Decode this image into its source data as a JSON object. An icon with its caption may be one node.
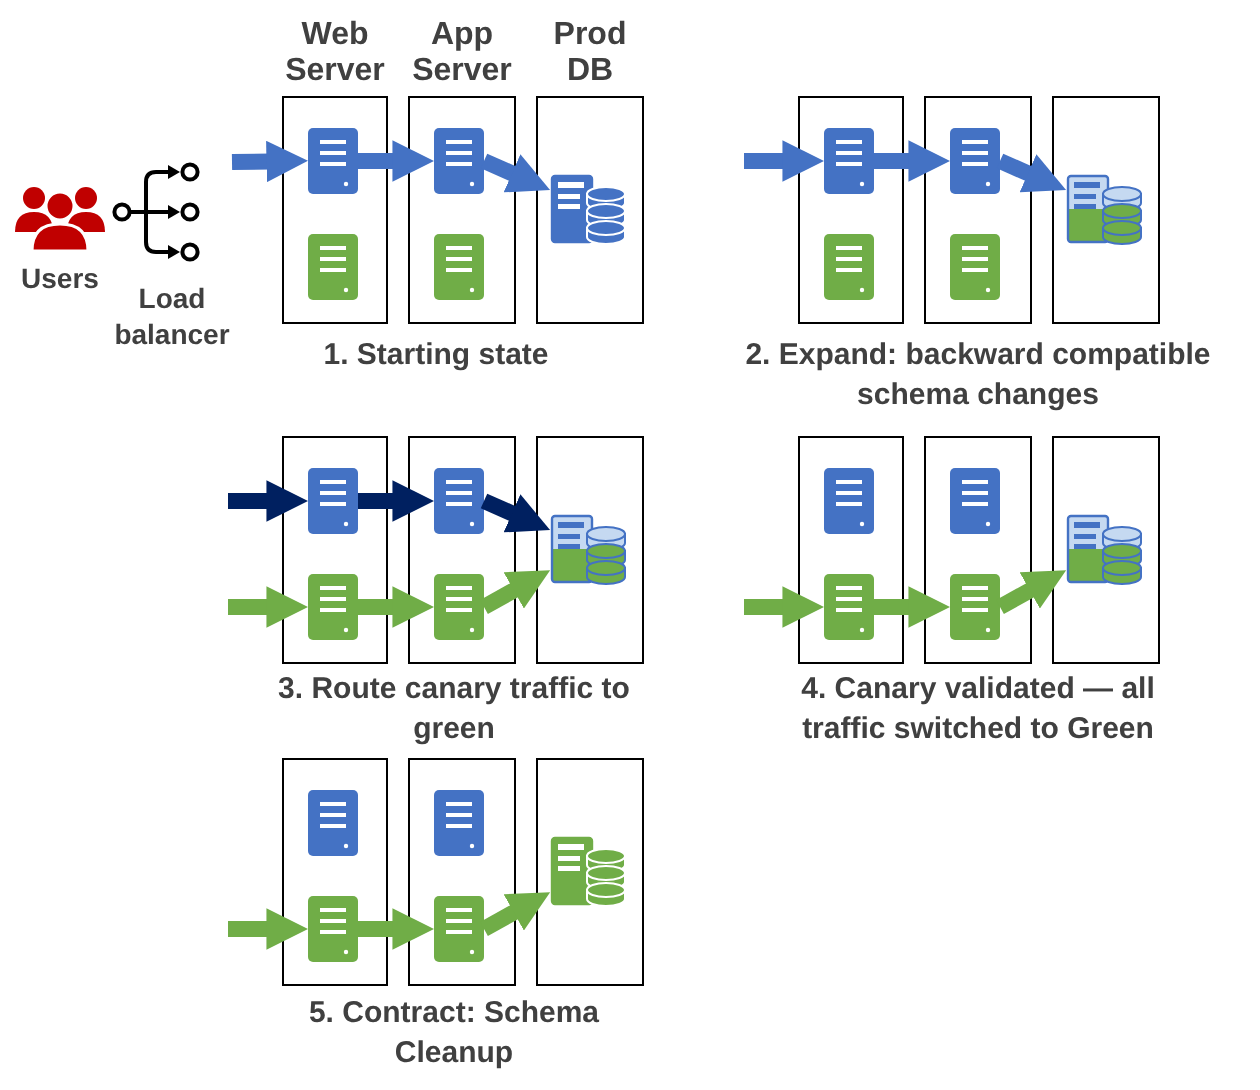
{
  "diagram": {
    "nodes": [
      {
        "text": [
          "Users"
        ]
      },
      {
        "text": [
          "Load balancer"
        ]
      },
      {
        "text": [
          "Web Server"
        ]
      },
      {
        "text": [],
        "shape": "picture",
        "in": 2
      },
      {
        "text": [],
        "shape": "picture",
        "in": 2
      },
      {
        "text": [
          "App Server"
        ]
      },
      {
        "text": [],
        "shape": "picture",
        "in": 5
      },
      {
        "text": [],
        "shape": "picture",
        "in": 5
      },
      {
        "text": [
          "Prod DB"
        ]
      },
      {
        "text": [],
        "shape": "picture",
        "in": 8
      },
      {
        "text": [],
        "shape": "box"
      },
      {
        "text": [],
        "shape": "picture",
        "in": 10
      },
      {
        "text": [],
        "shape": "picture",
        "in": 10
      },
      {
        "text": [],
        "shape": "box"
      },
      {
        "text": [],
        "shape": "picture",
        "in": 13
      },
      {
        "text": [],
        "shape": "picture",
        "in": 13
      },
      {
        "text": [],
        "shape": "box"
      },
      {
        "text": [],
        "shape": "picture",
        "in": 16
      },
      {
        "text": [],
        "shape": "box"
      },
      {
        "text": [],
        "shape": "picture",
        "in": 18
      },
      {
        "text": [],
        "shape": "picture",
        "in": 18
      },
      {
        "text": [],
        "shape": "box"
      },
      {
        "text": [],
        "shape": "picture",
        "in": 21
      },
      {
        "text": [],
        "shape": "picture",
        "in": 21
      },
      {
        "text": [],
        "shape": "box"
      },
      {
        "text": [],
        "shape": "picture",
        "in": 24
      },
      {
        "text": [],
        "shape": "box"
      },
      {
        "text": [],
        "shape": "picture",
        "in": 26
      },
      {
        "text": [],
        "shape": "picture",
        "in": 26
      },
      {
        "text": [],
        "shape": "box"
      },
      {
        "text": [],
        "shape": "picture",
        "in": 29
      },
      {
        "text": [],
        "shape": "picture",
        "in": 29
      },
      {
        "text": [],
        "shape": "box"
      },
      {
        "text": [],
        "shape": "picture",
        "in": 32
      },
      {
        "text": [],
        "shape": "box"
      },
      {
        "text": [],
        "shape": "picture",
        "in": 34
      },
      {
        "text": [],
        "shape": "picture",
        "in": 34
      },
      {
        "text": [],
        "shape": "box"
      },
      {
        "text": [],
        "shape": "picture",
        "in": 37
      },
      {
        "text": [],
        "shape": "picture",
        "in": 37
      },
      {
        "text": [],
        "shape": "box"
      },
      {
        "text": [],
        "shape": "picture",
        "in": 40
      }
    ],
    "edges": [
      {
        "from": 1,
        "to": 3,
        "arrow": "to",
        "color": "#4472c4"
      },
      {
        "from": 3,
        "to": 6,
        "arrow": "to",
        "color": "#4472c4"
      },
      {
        "from": 6,
        "to": 9,
        "arrow": "to",
        "color": "#4472c4"
      },
      {
        "from": null,
        "to": 11,
        "arrow": "to",
        "color": "#4472c4"
      },
      {
        "from": 11,
        "to": 14,
        "arrow": "to",
        "color": "#4472c4"
      },
      {
        "from": 14,
        "to": 17,
        "arrow": "to",
        "color": "#4472c4"
      },
      {
        "from": null,
        "to": 19,
        "arrow": "to",
        "color": "#002060"
      },
      {
        "from": 19,
        "to": 22,
        "arrow": "to",
        "color": "#002060"
      },
      {
        "from": 22,
        "to": 25,
        "arrow": "to",
        "color": "#002060"
      },
      {
        "from": null,
        "to": 20,
        "arrow": "to"
      },
      {
        "from": 20,
        "to": 23,
        "arrow": "to"
      },
      {
        "from": 23,
        "to": 25,
        "arrow": "to"
      },
      {
        "from": null,
        "to": 28,
        "arrow": "to"
      },
      {
        "from": 28,
        "to": 31,
        "arrow": "to"
      },
      {
        "from": 31,
        "to": 33,
        "arrow": "to"
      },
      {
        "from": null,
        "to": 36,
        "arrow": "to"
      },
      {
        "from": 36,
        "to": 39,
        "arrow": "to"
      },
      {
        "from": 39,
        "to": 41,
        "arrow": "to"
      }
    ],
    "labels": [
      "1. Starting state",
      "2. Expand: backward compatible schema changes",
      "3. Route canary traffic to green",
      "4. Canary validated — all traffic switched to Green",
      "5. Contract: Schema Cleanup"
    ]
  }
}
